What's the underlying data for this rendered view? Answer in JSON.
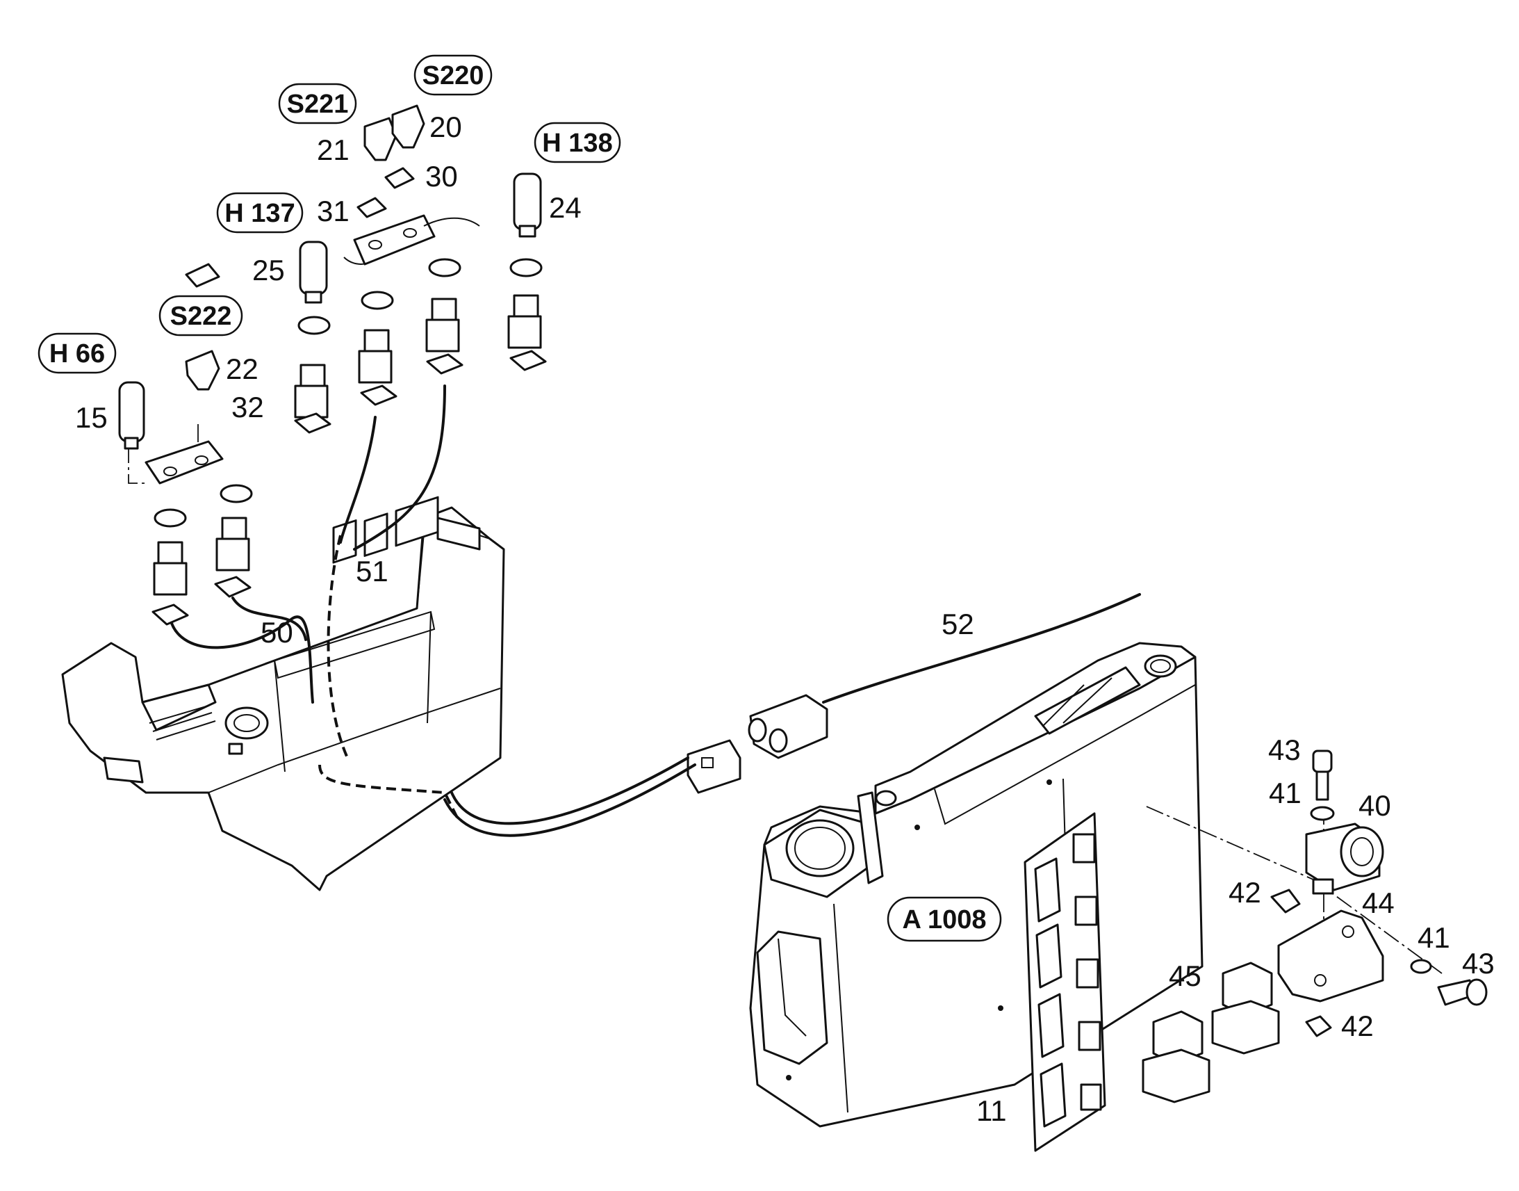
{
  "callouts": [
    "S220",
    "S221",
    "H 138",
    "H 137",
    "S222",
    "H 66",
    "A 1008"
  ],
  "part_numbers": [
    "20",
    "21",
    "30",
    "31",
    "24",
    "25",
    "22",
    "32",
    "15",
    "51",
    "50",
    "52",
    "43",
    "41",
    "40",
    "42",
    "44",
    "41",
    "43",
    "45",
    "42",
    "11"
  ]
}
